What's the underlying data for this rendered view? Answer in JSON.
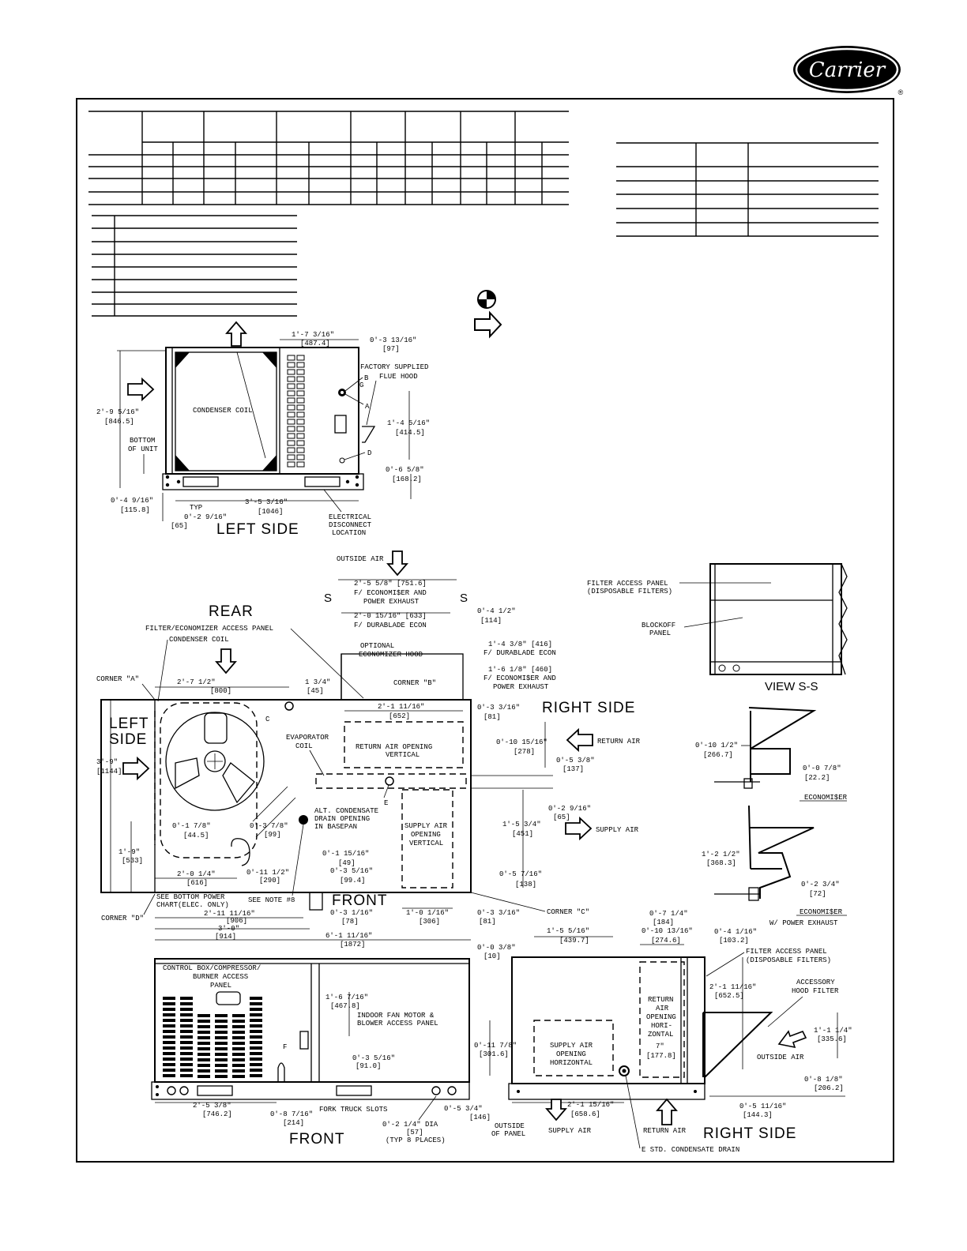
{
  "brand": {
    "name": "Carrier",
    "registered": "®"
  },
  "views": {
    "left_side": "LEFT SIDE",
    "front": "FRONT",
    "right_side": "RIGHT SIDE",
    "rear": "REAR",
    "view_ss": "VIEW S-S",
    "left_side_stacked_1": "LEFT",
    "left_side_stacked_2": "SIDE"
  },
  "labels": {
    "condenser_coil": "CONDENSER COIL",
    "factory_flue_1": "FACTORY SUPPLIED",
    "factory_flue_2": "FLUE HOOD",
    "bottom_of_unit_1": "BOTTOM",
    "bottom_of_unit_2": "OF UNIT",
    "typ": "TYP",
    "elec_disc_1": "ELECTRICAL",
    "elec_disc_2": "DISCONNECT",
    "elec_disc_3": "LOCATION",
    "outside_air": "OUTSIDE AIR",
    "econ_power_1": "F/ ECONOMI$ER AND",
    "econ_power_2": "POWER EXHAUST",
    "durablade": "F/ DURABLADE ECON",
    "filter_econ_panel": "FILTER/ECONOMIZER ACCESS PANEL",
    "condenser_coil_lower": "CONDENSER COIL",
    "optional_hood_1": "OPTIONAL",
    "optional_hood_2": "ECONOMIZER HOOD",
    "corner_a": "CORNER \"A\"",
    "corner_b": "CORNER \"B\"",
    "corner_c": "CORNER \"C\"",
    "corner_d": "CORNER \"D\"",
    "evap_coil_1": "EVAPORATOR",
    "evap_coil_2": "COIL",
    "return_air_vert_1": "RETURN AIR OPENING",
    "return_air_vert_2": "VERTICAL",
    "supply_air_vert_1": "SUPPLY AIR",
    "supply_air_vert_2": "OPENING",
    "supply_air_vert_3": "VERTICAL",
    "return_air": "RETURN AIR",
    "supply_air": "SUPPLY AIR",
    "alt_drain_1": "ALT. CONDENSATE",
    "alt_drain_2": "DRAIN OPENING",
    "alt_drain_3": "IN BASEPAN",
    "see_bottom_1": "SEE BOTTOM POWER",
    "see_bottom_2": "CHART(ELEC. ONLY)",
    "see_note": "SEE NOTE #8",
    "filter_panel_1": "FILTER ACCESS PANEL",
    "filter_panel_2": "(DISPOSABLE FILTERS)",
    "blockoff_1": "BLOCKOFF",
    "blockoff_2": "PANEL",
    "economiser": "ECONOMI$ER",
    "economiser_pe_1": "ECONOMI$ER",
    "economiser_pe_2": "W/ POWER EXHAUST",
    "control_box_1": "CONTROL BOX/COMPRESSOR/",
    "control_box_2": "BURNER ACCESS",
    "control_box_3": "PANEL",
    "indoor_fan_1": "INDOOR FAN MOTOR &",
    "indoor_fan_2": "BLOWER ACCESS PANEL",
    "fork_slots": "FORK TRUCK SLOTS",
    "dia_1": "0'-2 1/4\" DIA",
    "dia_2": "[57]",
    "dia_3": "(TYP 8 PLACES)",
    "supply_horiz_1": "SUPPLY AIR",
    "supply_horiz_2": "OPENING",
    "supply_horiz_3": "HORIZONTAL",
    "return_horiz_1": "RETURN",
    "return_horiz_2": "AIR",
    "return_horiz_3": "OPENING",
    "return_horiz_4": "HORI-",
    "return_horiz_5": "ZONTAL",
    "accessory_hood_1": "ACCESSORY",
    "accessory_hood_2": "HOOD FILTER",
    "outside_panel_1": "OUTSIDE",
    "outside_panel_2": "OF PANEL",
    "std_drain": "E STD. CONDENSATE DRAIN",
    "s": "S",
    "a": "A",
    "b": "B",
    "c": "C",
    "d": "D",
    "e": "E",
    "f": "F",
    "g": "G"
  },
  "dims": {
    "d1": "1'-7 3/16\"",
    "d1m": "[487.4]",
    "d2": "0'-3 13/16\"",
    "d2m": "[97]",
    "d3": "2'-9 5/16\"",
    "d3m": "[846.5]",
    "d4": "1'-4 5/16\"",
    "d4m": "[414.5]",
    "d5": "0'-6 5/8\"",
    "d5m": "[168.2]",
    "d6": "0'-4 9/16\"",
    "d6m": "[115.8]",
    "d7": "3'-5 3/16\"",
    "d7m": "[1046]",
    "d8": "0'-2 9/16\"",
    "d8m": "[65]",
    "d9": "2'-5 5/8\" [751.6]",
    "d10": "2'-0 15/16\" [633]",
    "d11": "0'-4 1/2\"",
    "d11m": "[114]",
    "d12": "1'-4 3/8\" [416]",
    "d13": "1'-6 1/8\" [460]",
    "d14": "2'-7 1/2\"",
    "d14m": "[800]",
    "d15": "1 3/4\"",
    "d15m": "[45]",
    "d16": "2'-1 11/16\"",
    "d16m": "[652]",
    "d17": "0'-3 3/16\"",
    "d17m": "[81]",
    "d18": "3'-9\"",
    "d18m": "[1144]",
    "d19": "0'-10 15/16\"",
    "d19m": "[278]",
    "d20": "0'-5 3/8\"",
    "d20m": "[137]",
    "d21": "0'-2 9/16\"",
    "d21m": "[65]",
    "d22": "1'-5 3/4\"",
    "d22m": "[451]",
    "d23": "0'-1 7/8\"",
    "d23m": "[44.5]",
    "d24": "0'-3 7/8\"",
    "d24m": "[99]",
    "d25": "1'-9\"",
    "d25m": "[533]",
    "d26": "2'-0 1/4\"",
    "d26m": "[616]",
    "d27": "0'-11 1/2\"",
    "d27m": "[290]",
    "d28": "0'-1 15/16\"",
    "d28m": "[49]",
    "d29": "0'-3 5/16\"",
    "d29m": "[99.4]",
    "d30": "0'-5 7/16\"",
    "d30m": "[138]",
    "d31": "2'-11 11/16\"",
    "d31m": "[906]",
    "d32": "3'-0\"",
    "d32m": "[914]",
    "d33": "0'-3 1/16\"",
    "d33m": "[78]",
    "d34": "1'-0 1/16\"",
    "d34m": "[306]",
    "d35": "0'-3 3/16\"",
    "d35m": "[81]",
    "d36": "6'-1 11/16\"",
    "d36m": "[1872]",
    "d37": "0'-0 3/8\"",
    "d37m": "[10]",
    "d38": "1'-6 7/16\"",
    "d38m": "[467.8]",
    "d39": "0'-3 5/16\"",
    "d39m": "[91.0]",
    "d40": "2'-5 3/8\"",
    "d40m": "[746.2]",
    "d41": "0'-8 7/16\"",
    "d41m": "[214]",
    "d42": "0'-5 3/4\"",
    "d42m": "[146]",
    "d43": "0'-7 1/4\"",
    "d43m": "[184]",
    "d44": "1'-5 5/16\"",
    "d44m": "[439.7]",
    "d45": "0'-10 13/16\"",
    "d45m": "[274.6]",
    "d46": "0'-4 1/16\"",
    "d46m": "[103.2]",
    "d47": "2'-1 11/16\"",
    "d47m": "[652.5]",
    "d48": "0'-11 7/8\"",
    "d48m": "[301.6]",
    "d49": "7\"",
    "d49m": "[177.8]",
    "d50": "1'-1 1/4\"",
    "d50m": "[335.6]",
    "d51": "0'-8 1/8\"",
    "d51m": "[206.2]",
    "d52": "2'-1 15/16\"",
    "d52m": "[658.6]",
    "d53": "0'-5 11/16\"",
    "d53m": "[144.3]",
    "d54": "0'-10 1/2\"",
    "d54m": "[266.7]",
    "d55": "0'-0 7/8\"",
    "d55m": "[22.2]",
    "d56": "1'-2 1/2\"",
    "d56m": "[368.3]",
    "d57": "0'-2 3/4\"",
    "d57m": "[72]"
  }
}
